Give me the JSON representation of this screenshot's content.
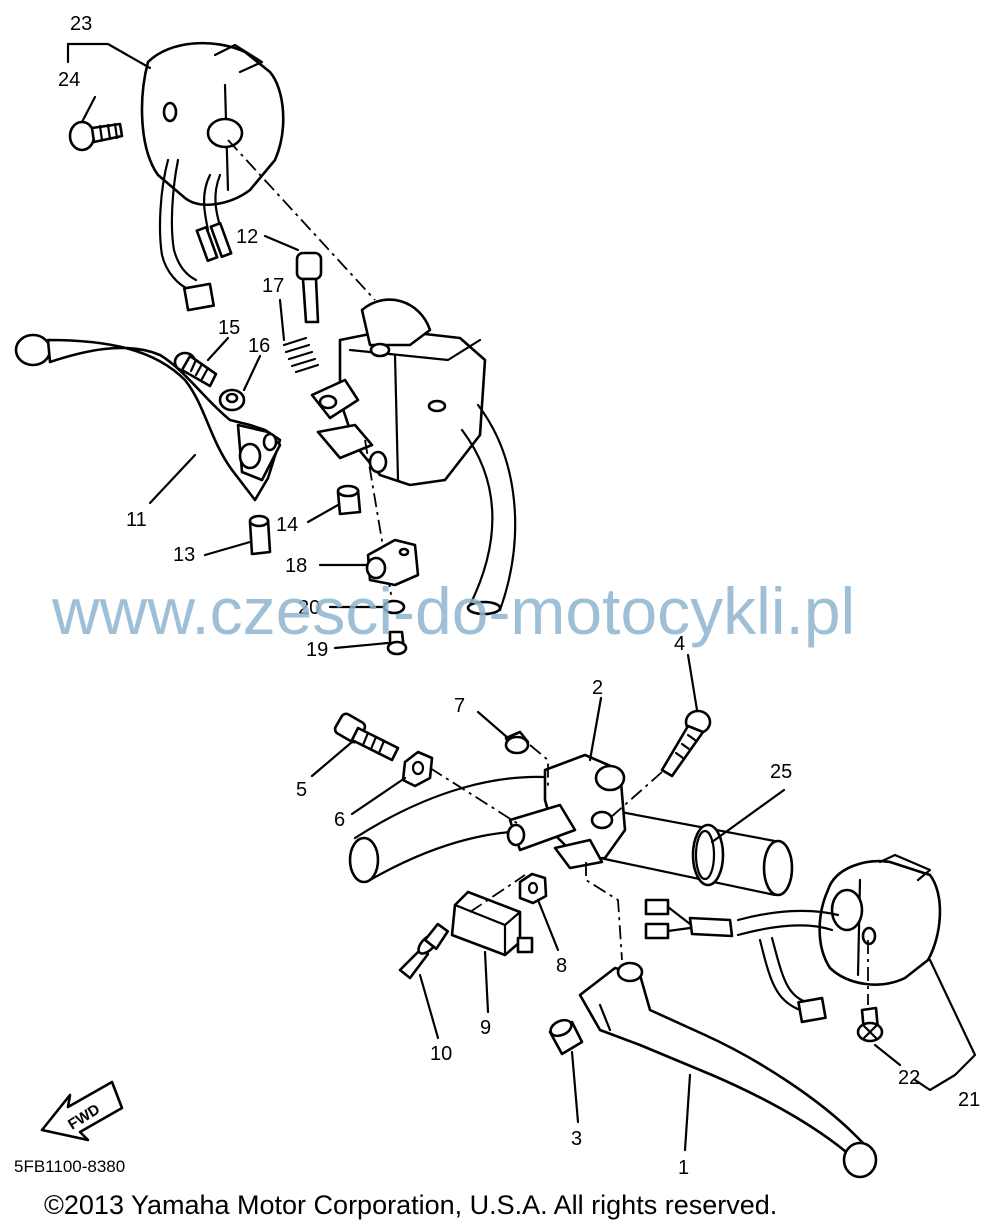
{
  "diagram": {
    "part_numbers": {
      "p1": "1",
      "p2": "2",
      "p3": "3",
      "p4": "4",
      "p5": "5",
      "p6": "6",
      "p7": "7",
      "p8": "8",
      "p9": "9",
      "p10": "10",
      "p11": "11",
      "p12": "12",
      "p13": "13",
      "p14": "14",
      "p15": "15",
      "p16": "16",
      "p17": "17",
      "p18": "18",
      "p19": "19",
      "p20": "20",
      "p21": "21",
      "p22": "22",
      "p23": "23",
      "p24": "24",
      "p25": "25"
    },
    "drawing_code": "5FB1100-8380",
    "fwd_label": "FWD",
    "watermark": "www.czesci-do-motocykli.pl",
    "copyright": "©2013 Yamaha Motor Corporation, U.S.A. All rights reserved."
  },
  "colors": {
    "lines": "#000000",
    "watermark": "#8fb4cf",
    "background": "#ffffff"
  }
}
